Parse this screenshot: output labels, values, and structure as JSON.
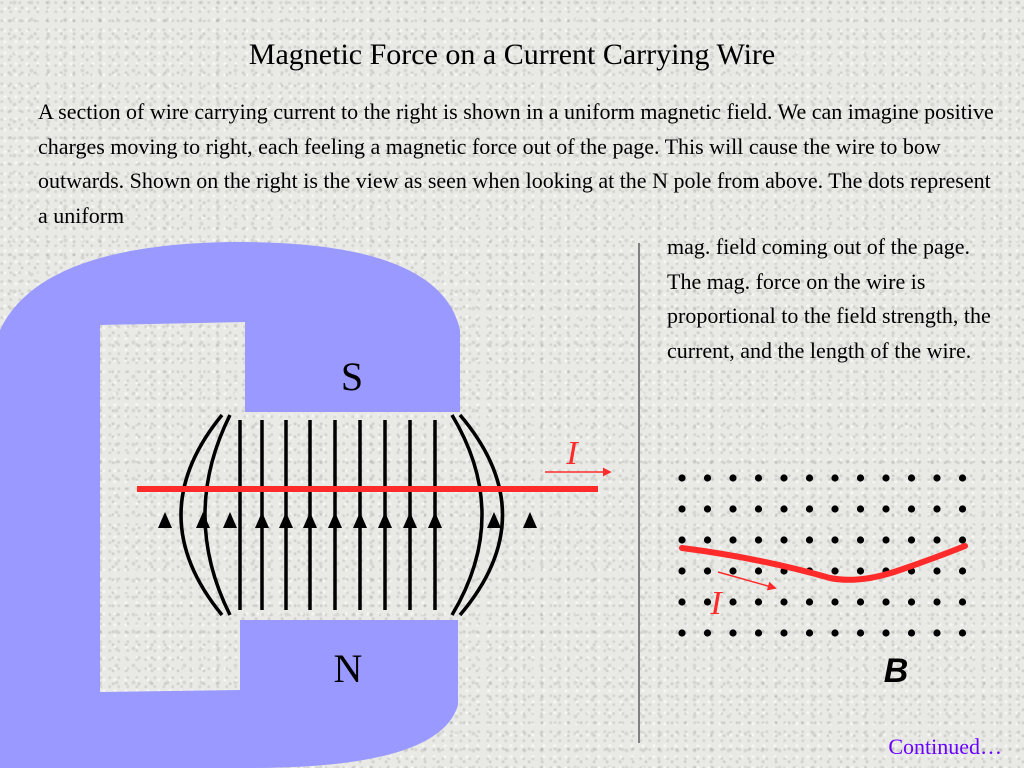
{
  "title": "Magnetic Force on a Current Carrying Wire",
  "paragraph": "A section of wire carrying current to the right is shown in a uniform magnetic field. We can imagine positive charges moving to right, each feeling a magnetic force out of the page. This will cause the wire to bow outwards. Shown on the right is the view as seen when looking at the N pole from above. The dots represent a uniform",
  "side_text": "mag. field coming out of the page. The mag. force on the wire is proportional to the field strength, the current, and the length of the wire.",
  "magnet": {
    "south_label": "S",
    "north_label": "N",
    "color": "#9999ff"
  },
  "wire": {
    "color": "#ff2a2a",
    "current_label": "I"
  },
  "top_view": {
    "current_label": "I",
    "field_label": "B",
    "dot_rows": 6,
    "dot_cols": 12
  },
  "continued": "Continued…"
}
